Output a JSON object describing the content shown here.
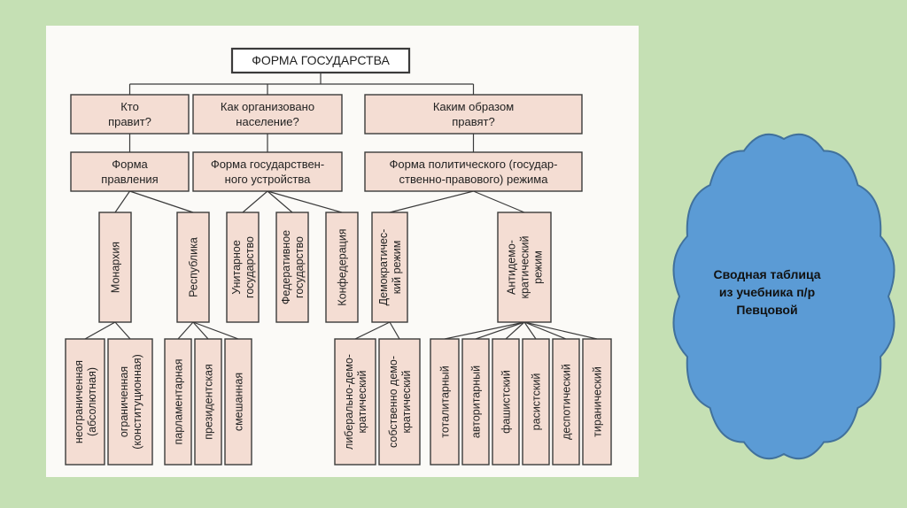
{
  "diagram": {
    "root": "ФОРМА ГОСУДАРСТВА",
    "questions": [
      [
        "Кто",
        "правит?"
      ],
      [
        "Как организовано",
        "население?"
      ],
      [
        "Каким образом",
        "правят?"
      ]
    ],
    "forms": [
      [
        "Форма",
        "правления"
      ],
      [
        "Форма государствен-",
        "ного устройства"
      ],
      [
        "Форма политического (государ-",
        "ственно-правового) режима"
      ]
    ],
    "types": [
      [
        "Монархия"
      ],
      [
        "Республика"
      ],
      [
        "Унитарное",
        "государство"
      ],
      [
        "Федеративное",
        "государство"
      ],
      [
        "Конфедерация"
      ],
      [
        "Демократичес-",
        "кий режим"
      ],
      [
        "Антидемо-",
        "кратический",
        "режим"
      ]
    ],
    "subtypes": [
      [
        "неограниченная",
        "(абсолютная)"
      ],
      [
        "ограниченная",
        "(конституционная)"
      ],
      [
        "парламентарная"
      ],
      [
        "президентская"
      ],
      [
        "смешанная"
      ],
      [
        "либерально-демо-",
        "кратический"
      ],
      [
        "собственно демо-",
        "кратический"
      ],
      [
        "тоталитарный"
      ],
      [
        "авторитарный"
      ],
      [
        "фашистский"
      ],
      [
        "расистский"
      ],
      [
        "деспотический"
      ],
      [
        "тиранический"
      ]
    ]
  },
  "cloud": {
    "lines": [
      "Сводная таблица",
      "из учебника п/р",
      "Певцовой"
    ],
    "fill": "#5b9bd5",
    "stroke": "#41719c"
  },
  "colors": {
    "background": "#c5e0b4",
    "box_fill": "#f4ddd3"
  }
}
